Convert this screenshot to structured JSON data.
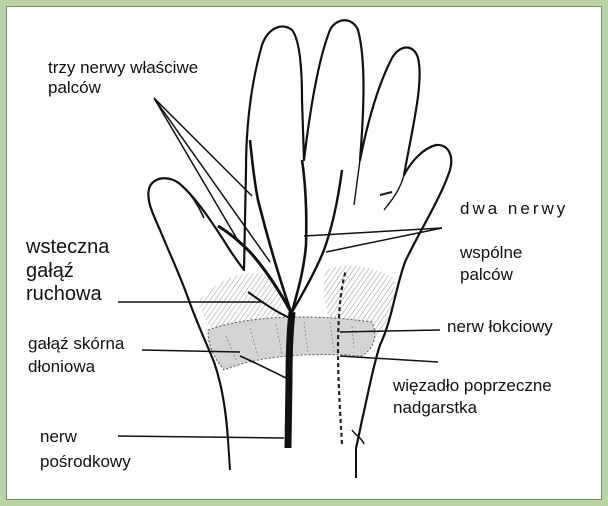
{
  "labels": {
    "trzy_nerwy": "trzy nerwy właściwe\npalców",
    "dwa_nerwy_line1": "dwa nerwy",
    "dwa_nerwy_line2": "wspólne\npalców",
    "wsteczna": "wsteczna\ngałąź\nruchowa",
    "galaz_skorna": "gałąź skórna\ndłoniowa",
    "nerw_lokciowy": "nerw łokciowy",
    "wiezadlo": "więzadło poprzeczne\nnadgarstka",
    "nerw_posrodkowy": "nerw\npośrodkowy"
  },
  "colors": {
    "frame": "#b9d2a6",
    "ink": "#111111",
    "ligament": "#d4d4d4"
  }
}
